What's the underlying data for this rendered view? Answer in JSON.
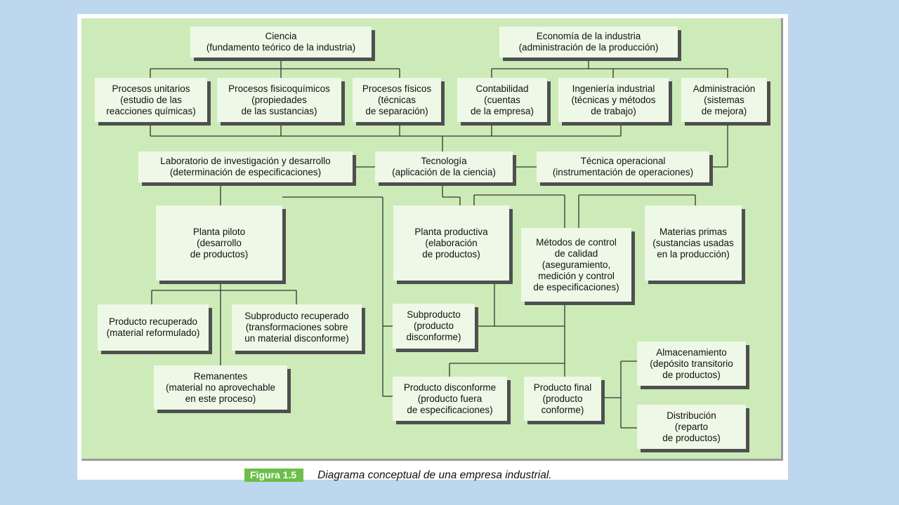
{
  "diagram": {
    "nodes": [
      {
        "id": "ciencia",
        "text": "Ciencia\n(fundamento teórico de la industria)"
      },
      {
        "id": "economia",
        "text": "Economía de la industria\n(administración de la producción)"
      },
      {
        "id": "procesos-unitarios",
        "text": "Procesos unitarios\n(estudio de las\nreacciones químicas)"
      },
      {
        "id": "procesos-fisicoquimicos",
        "text": "Procesos fisicoquímicos\n(propiedades\nde las sustancias)"
      },
      {
        "id": "procesos-fisicos",
        "text": "Procesos físicos\n(técnicas\nde separación)"
      },
      {
        "id": "contabilidad",
        "text": "Contabilidad\n(cuentas\nde la empresa)"
      },
      {
        "id": "ingenieria-industrial",
        "text": "Ingeniería industrial\n(técnicas y métodos\nde trabajo)"
      },
      {
        "id": "administracion",
        "text": "Administración\n(sistemas\nde mejora)"
      },
      {
        "id": "laboratorio",
        "text": "Laboratorio de investigación y desarrollo\n(determinación de especificaciones)"
      },
      {
        "id": "tecnologia",
        "text": "Tecnología\n(aplicación de la ciencia)"
      },
      {
        "id": "tecnica-operacional",
        "text": "Técnica operacional\n(instrumentación de operaciones)"
      },
      {
        "id": "planta-piloto",
        "text": "Planta piloto\n(desarrollo\nde productos)"
      },
      {
        "id": "planta-productiva",
        "text": "Planta productiva\n(elaboración\nde productos)"
      },
      {
        "id": "metodos-control",
        "text": "Métodos de control\nde calidad\n(aseguramiento,\nmedición y control\nde especificaciones)"
      },
      {
        "id": "materias-primas",
        "text": "Materias primas\n(sustancias usadas\nen la producción)"
      },
      {
        "id": "producto-recuperado",
        "text": "Producto recuperado\n(material reformulado)"
      },
      {
        "id": "subproducto-recuperado",
        "text": "Subproducto recuperado\n(transformaciones sobre\nun material disconforme)"
      },
      {
        "id": "subproducto",
        "text": "Subproducto\n(producto\ndisconforme)"
      },
      {
        "id": "remanentes",
        "text": "Remanentes\n(material no aprovechable\nen este proceso)"
      },
      {
        "id": "producto-disconforme",
        "text": "Producto disconforme\n(producto fuera\nde especificaciones)"
      },
      {
        "id": "producto-final",
        "text": "Producto final\n(producto\nconforme)"
      },
      {
        "id": "almacenamiento",
        "text": "Almacenamiento\n(depósito transitorio\nde productos)"
      },
      {
        "id": "distribucion",
        "text": "Distribución\n(reparto\nde productos)"
      }
    ]
  },
  "caption": {
    "number": "Figura 1.5",
    "title": "Diagrama conceptual de una empresa industrial."
  },
  "colors": {
    "background": "#bcd7ee",
    "panel": "#ccebb8",
    "node": "#eef8e7",
    "shadow": "#4f4f4f",
    "lines": "#333333",
    "caption_badge": "#6cbf4a"
  }
}
